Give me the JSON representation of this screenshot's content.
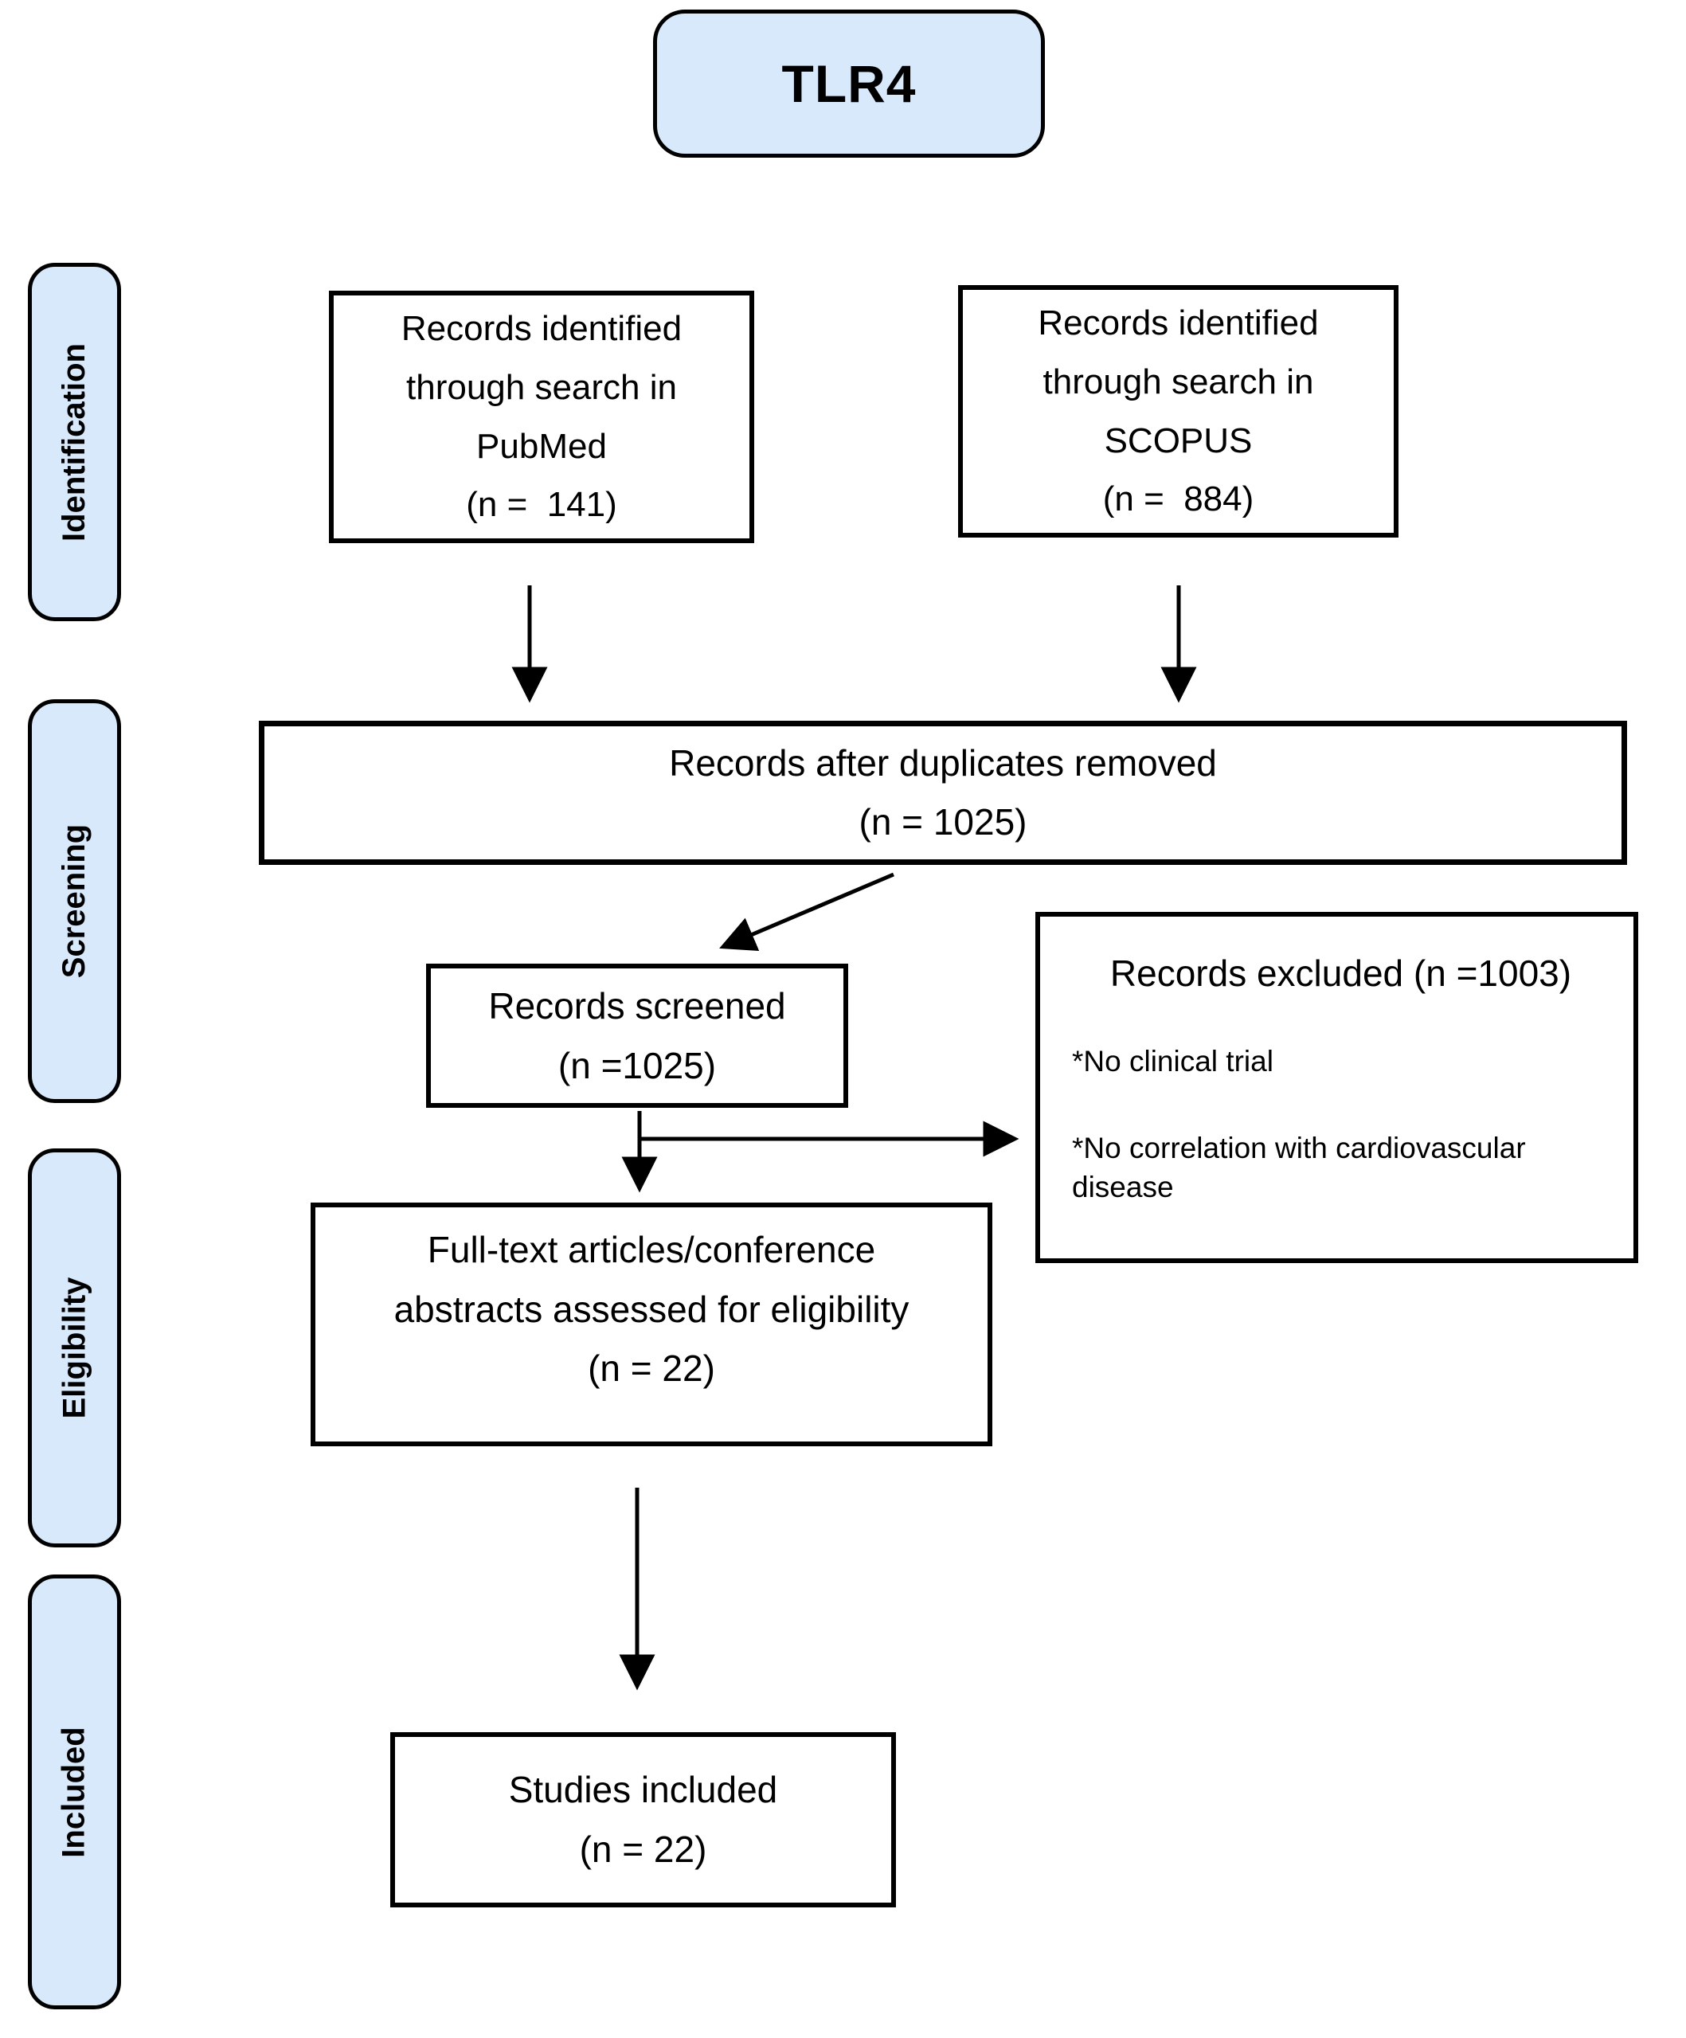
{
  "title": "TLR4",
  "colors": {
    "box_fill_blue": "#d8e9fb",
    "border": "#000000",
    "background": "#ffffff"
  },
  "sidebar": {
    "stages": [
      {
        "label": "Identification"
      },
      {
        "label": "Screening"
      },
      {
        "label": "Eligibility"
      },
      {
        "label": "Included"
      }
    ]
  },
  "boxes": {
    "pubmed": {
      "lines": [
        "Records identified",
        "through search in",
        "PubMed",
        "(n =  141)"
      ]
    },
    "scopus": {
      "lines": [
        "Records identified",
        "through search in",
        "SCOPUS",
        "(n =  884)"
      ]
    },
    "duplicates": {
      "lines": [
        "Records after duplicates removed",
        "(n = 1025)"
      ]
    },
    "screened": {
      "lines": [
        "Records screened",
        "(n =1025)"
      ]
    },
    "excluded": {
      "title": "Records excluded (n =1003)",
      "reasons": [
        "*No clinical trial",
        "*No correlation with cardiovascular disease"
      ]
    },
    "fulltext": {
      "lines": [
        "Full-text articles/conference",
        "abstracts assessed for eligibility",
        "(n = 22)"
      ]
    },
    "studies": {
      "lines": [
        "Studies included",
        "(n = 22)"
      ]
    }
  }
}
